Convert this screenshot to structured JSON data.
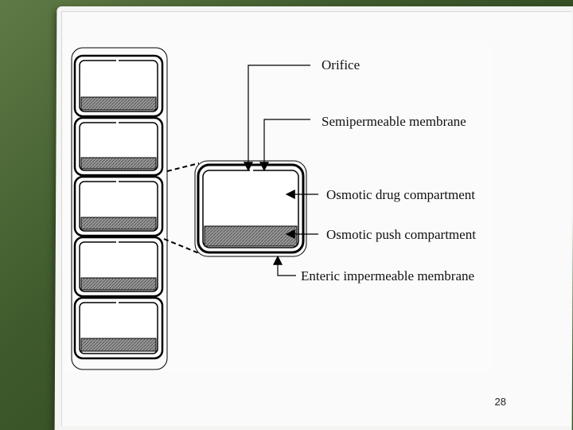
{
  "labels": {
    "orifice": "Orifice",
    "semipermeable": "Semipermeable membrane",
    "drug_compartment": "Osmotic drug compartment",
    "push_compartment": "Osmotic push compartment",
    "enteric": "Enteric impermeable membrane"
  },
  "page_number": "28"
}
